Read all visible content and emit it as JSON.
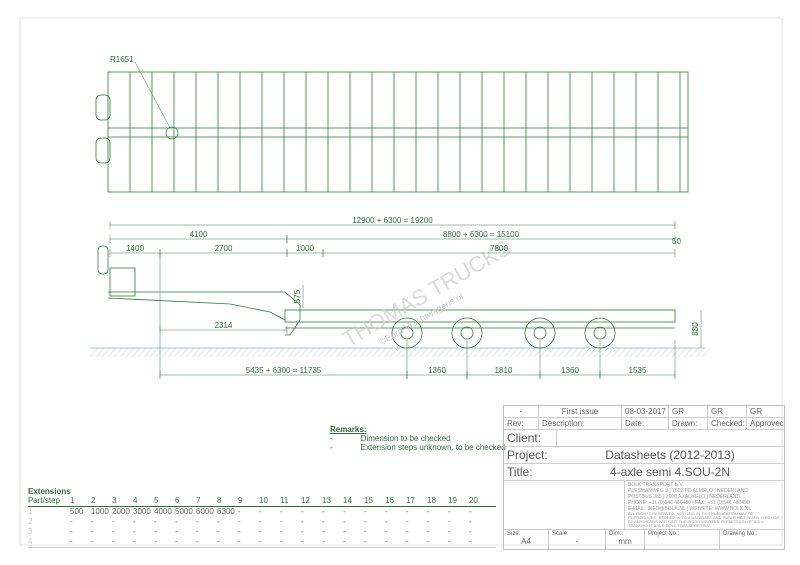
{
  "top_view": {
    "radius_label": "R1651"
  },
  "side_view": {
    "dims": {
      "overall": "12900 + 6300 = 19200",
      "front": "4100",
      "rear": "8800 + 6300 = 15100",
      "d1400": "1400",
      "d2700": "2700",
      "d1000": "1000",
      "d7800": "7800",
      "d50": "50",
      "d575": "575",
      "d2314": "2314",
      "d880": "880",
      "b1": "5435 + 6300 = 11735",
      "b2": "1360",
      "b3": "1810",
      "b4": "1360",
      "b5": "1535"
    },
    "watermark": "THOMAS TRUCKS",
    "watermark2": "©Euro-Vrachtwagens.nl"
  },
  "remarks": {
    "title": "Remarks:",
    "items": [
      "Dimension to be checked",
      "Extension steps unknown, to be checked"
    ]
  },
  "title_block": {
    "rev_row": {
      "rev": "-",
      "description": "First issue",
      "date": "08-03-2017",
      "drawn": "GR",
      "checked": "GR",
      "approved": "GR"
    },
    "headers": {
      "rev": "Rev:",
      "description": "Description:",
      "date": "Date:",
      "drawn": "Drawn:",
      "checked": "Checked:",
      "approved": "Approved:"
    },
    "client_label": "Client:",
    "client": "",
    "project_label": "Project:",
    "project": "Datasheets (2012-2013)",
    "title_label": "Title:",
    "title": "4-axle semi 4.SOU-2N",
    "company": [
      "BOLK TRANSPORT B.V.",
      "PLESMANWEG 3 | 7602 PD ALMELO | NEDERLAND",
      "POSTBUS 385 | 7600 AJ ALMELO | NEDERLAND",
      "PHONE: +31 (0)546 480480 | FAX: +31 (0)546 480490",
      "E-MAIL: INFO@BOLK.NL | WEBSITE: WWW.BOLK.NL",
      "ALL RIGHTS RESERVED. NOTHING IN THIS PUBLICATION MAY BE REPRODUCED, STORED IN TO A DATABASE AND PUBLISHED IN ANY FORM OR BY ANY MEANS WITHOUT THE PRIOR WRITTEN PERMISSION OF BOLK TRANSPORT B.V. © BOLK TRANSPORT B.V."
    ],
    "size_label": "Size:",
    "size": "A4",
    "scale_label": "Scale:",
    "scale": "-",
    "dim_label": "Dim.:",
    "dim": "mm",
    "project_no_label": "Project No.:",
    "drawing_no_label": "Drawing No.:"
  },
  "extensions": {
    "title": "Extensions",
    "header_label": "Part/step",
    "steps": [
      "1",
      "2",
      "3",
      "4",
      "5",
      "6",
      "7",
      "8",
      "9",
      "10",
      "11",
      "12",
      "13",
      "14",
      "15",
      "16",
      "17",
      "18",
      "19",
      "20"
    ],
    "rows": [
      {
        "part": "1",
        "values": [
          "500",
          "1000",
          "2000",
          "3000",
          "4000",
          "5000",
          "6000",
          "6300",
          "-",
          "-",
          "-",
          "-",
          "-",
          "-",
          "-",
          "-",
          "-",
          "-",
          "-",
          "-"
        ]
      },
      {
        "part": "2",
        "values": [
          "-",
          "-",
          "-",
          "-",
          "-",
          "-",
          "-",
          "-",
          "-",
          "-",
          "-",
          "-",
          "-",
          "-",
          "-",
          "-",
          "-",
          "-",
          "-",
          "-"
        ]
      },
      {
        "part": "3",
        "values": [
          "-",
          "-",
          "-",
          "-",
          "-",
          "-",
          "-",
          "-",
          "-",
          "-",
          "-",
          "-",
          "-",
          "-",
          "-",
          "-",
          "-",
          "-",
          "-",
          "-"
        ]
      },
      {
        "part": "4",
        "values": [
          "-",
          "-",
          "-",
          "-",
          "-",
          "-",
          "-",
          "-",
          "-",
          "-",
          "-",
          "-",
          "-",
          "-",
          "-",
          "-",
          "-",
          "-",
          "-",
          "-"
        ]
      }
    ]
  }
}
